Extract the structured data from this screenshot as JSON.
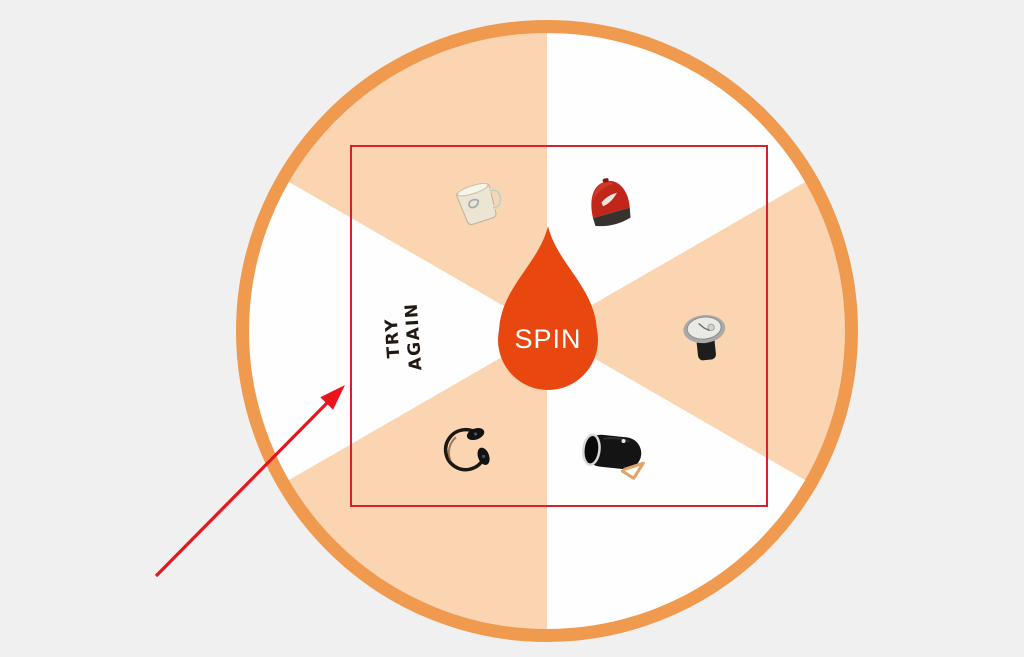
{
  "page": {
    "background_color": "#f0f0f1"
  },
  "wheel": {
    "ring_color": "#ef9a4f",
    "segment_light_color": "#fbd5b1",
    "segment_white_color": "#fefefe",
    "segments": [
      {
        "position": "top-right",
        "fill": "white",
        "prize": "red-cap"
      },
      {
        "position": "right",
        "fill": "peach",
        "prize": "wrist-watch"
      },
      {
        "position": "bottom-right",
        "fill": "white",
        "prize": "bluetooth-speaker"
      },
      {
        "position": "bottom-left",
        "fill": "peach",
        "prize": "headphones"
      },
      {
        "position": "left",
        "fill": "white",
        "prize": "try-again"
      },
      {
        "position": "top-left",
        "fill": "peach",
        "prize": "coffee-mug"
      }
    ],
    "try_again": {
      "line1": "TRY",
      "line2": "AGAIN"
    },
    "spin_button": {
      "label": "SPIN",
      "background_color": "#e8480f",
      "text_color": "#ffffff"
    }
  },
  "annotations": {
    "highlight_box": {
      "color": "#d6202b"
    },
    "arrow": {
      "color": "#e9151d"
    }
  }
}
